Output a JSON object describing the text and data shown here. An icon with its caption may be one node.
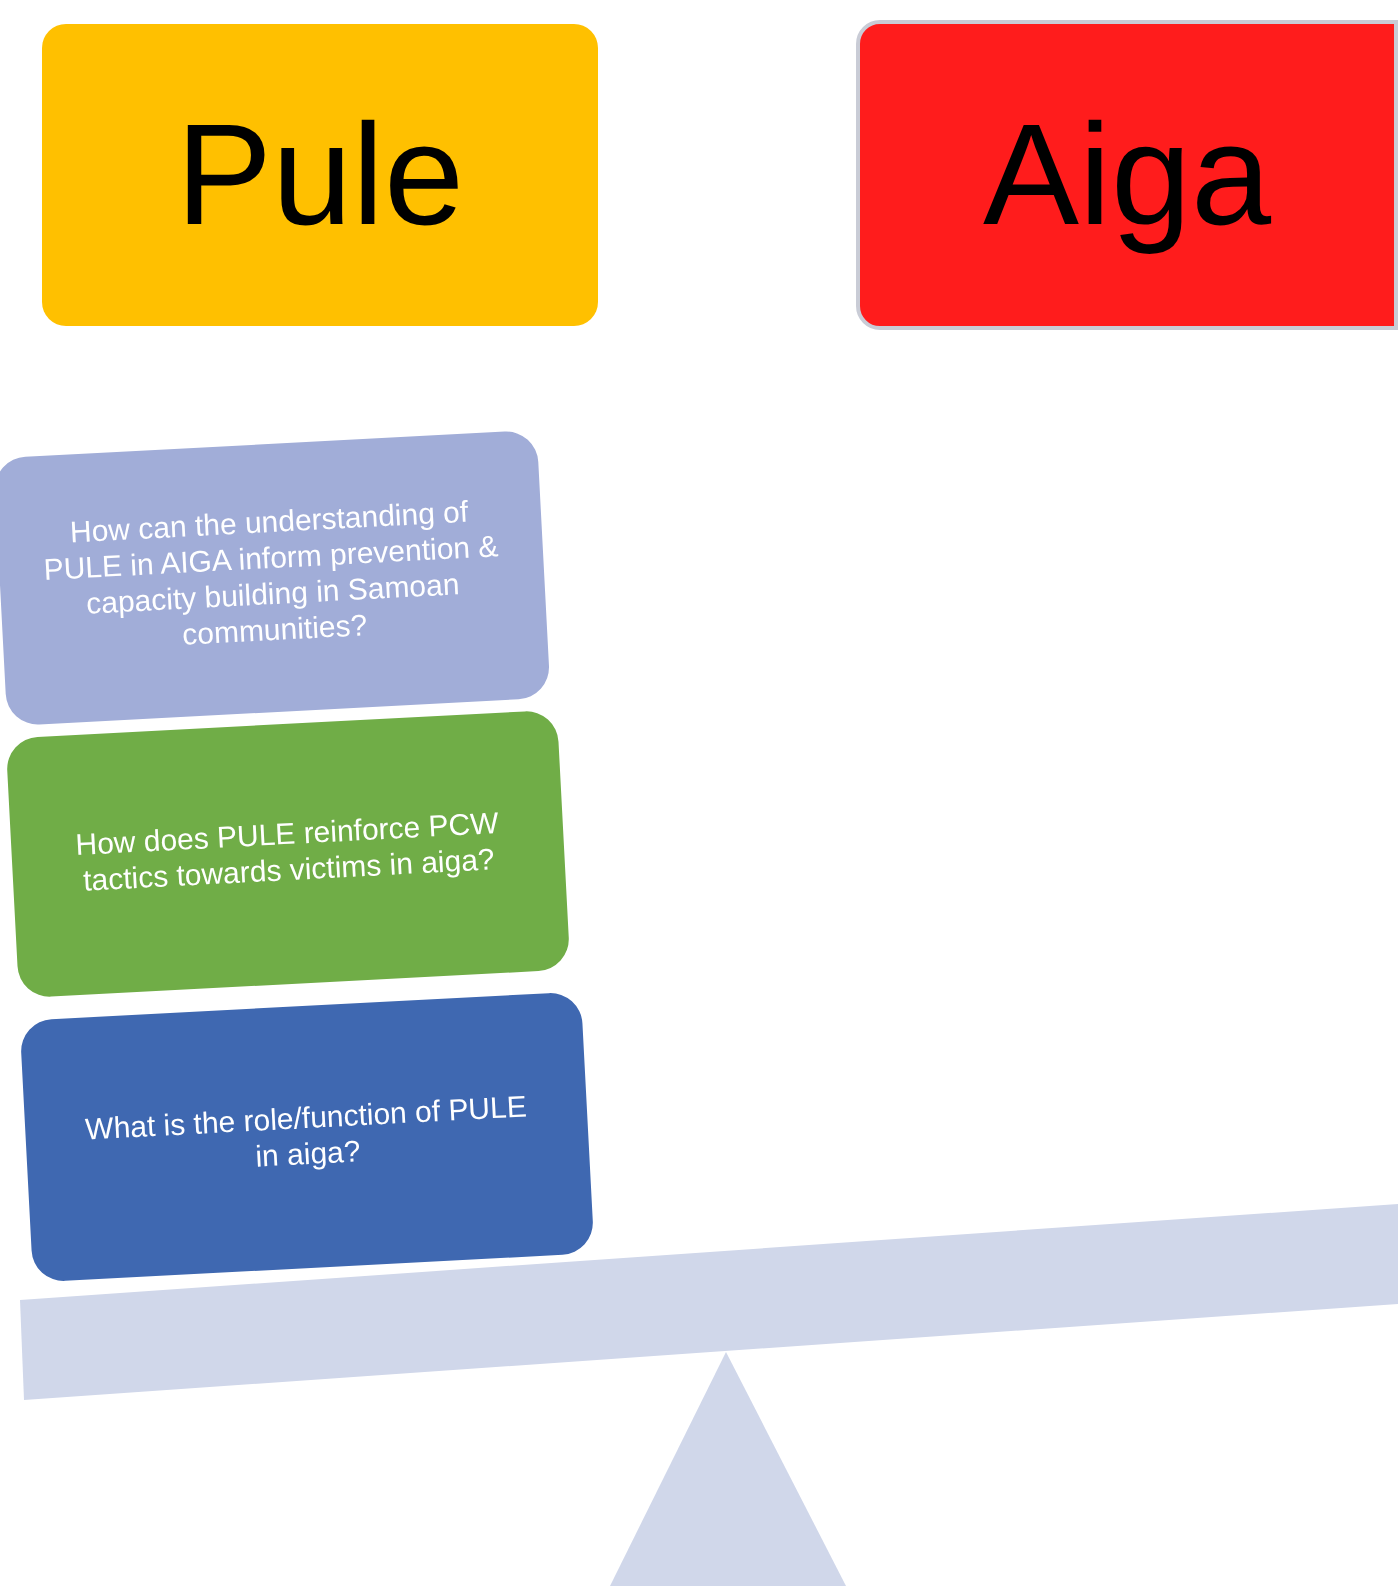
{
  "diagram": {
    "nodes": [
      {
        "text": [
          "Pule"
        ]
      },
      {
        "text": [
          "Aiga"
        ]
      },
      {
        "text": [
          "How can the understanding of PULE in AIGA inform prevention & capacity building in Samoan communities?"
        ]
      },
      {
        "text": [
          "How does PULE reinforce PCW tactics towards victims in aiga?"
        ]
      },
      {
        "text": [
          "What is the role/function of PULE in aiga?"
        ]
      }
    ]
  }
}
